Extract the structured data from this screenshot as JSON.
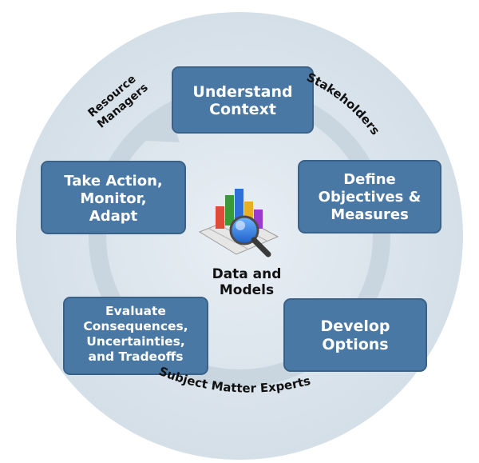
{
  "colors": {
    "outer_circle": "#dce6ee",
    "cycle_arrow": "#c5d3de",
    "box_fill": "#4a78a4",
    "box_border": "#3a6288",
    "box_text": "#ffffff",
    "label_text": "#111111"
  },
  "steps": [
    {
      "line1": "Understand",
      "line2": "Context",
      "line3": "",
      "line4": ""
    },
    {
      "line1": "Define",
      "line2": "Objectives &",
      "line3": "Measures",
      "line4": ""
    },
    {
      "line1": "Develop",
      "line2": "Options",
      "line3": "",
      "line4": ""
    },
    {
      "line1": "Evaluate",
      "line2": "Consequences,",
      "line3": "Uncertainties,",
      "line4": "and Tradeoffs"
    },
    {
      "line1": "Take Action,",
      "line2": "Monitor,",
      "line3": "Adapt",
      "line4": ""
    }
  ],
  "center": {
    "icon": "data-chart-magnifier-icon",
    "line1": "Data and",
    "line2": "Models"
  },
  "roles": {
    "stakeholders": "Stakeholders",
    "resource_line1": "Resource",
    "resource_line2": "Managers",
    "experts": "Subject Matter Experts"
  }
}
